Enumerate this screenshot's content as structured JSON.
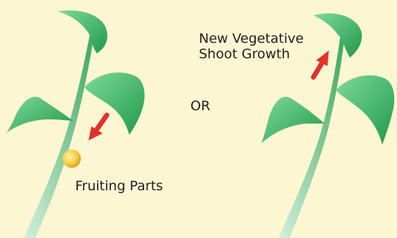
{
  "labels": {
    "new_growth_line1": "New Vegetative",
    "new_growth_line2": "Shoot Growth",
    "or": "OR",
    "fruiting": "Fruiting Parts"
  },
  "colors": {
    "background": "#fdf6d3",
    "leaf_light": "#6fcf8c",
    "leaf_dark": "#1f9a4c",
    "stem_light": "#c7ecd3",
    "stem_dark": "#3aa85f",
    "arrow": "#e5302a",
    "fruit_light": "#fff2a0",
    "fruit_dark": "#f0b21e"
  }
}
